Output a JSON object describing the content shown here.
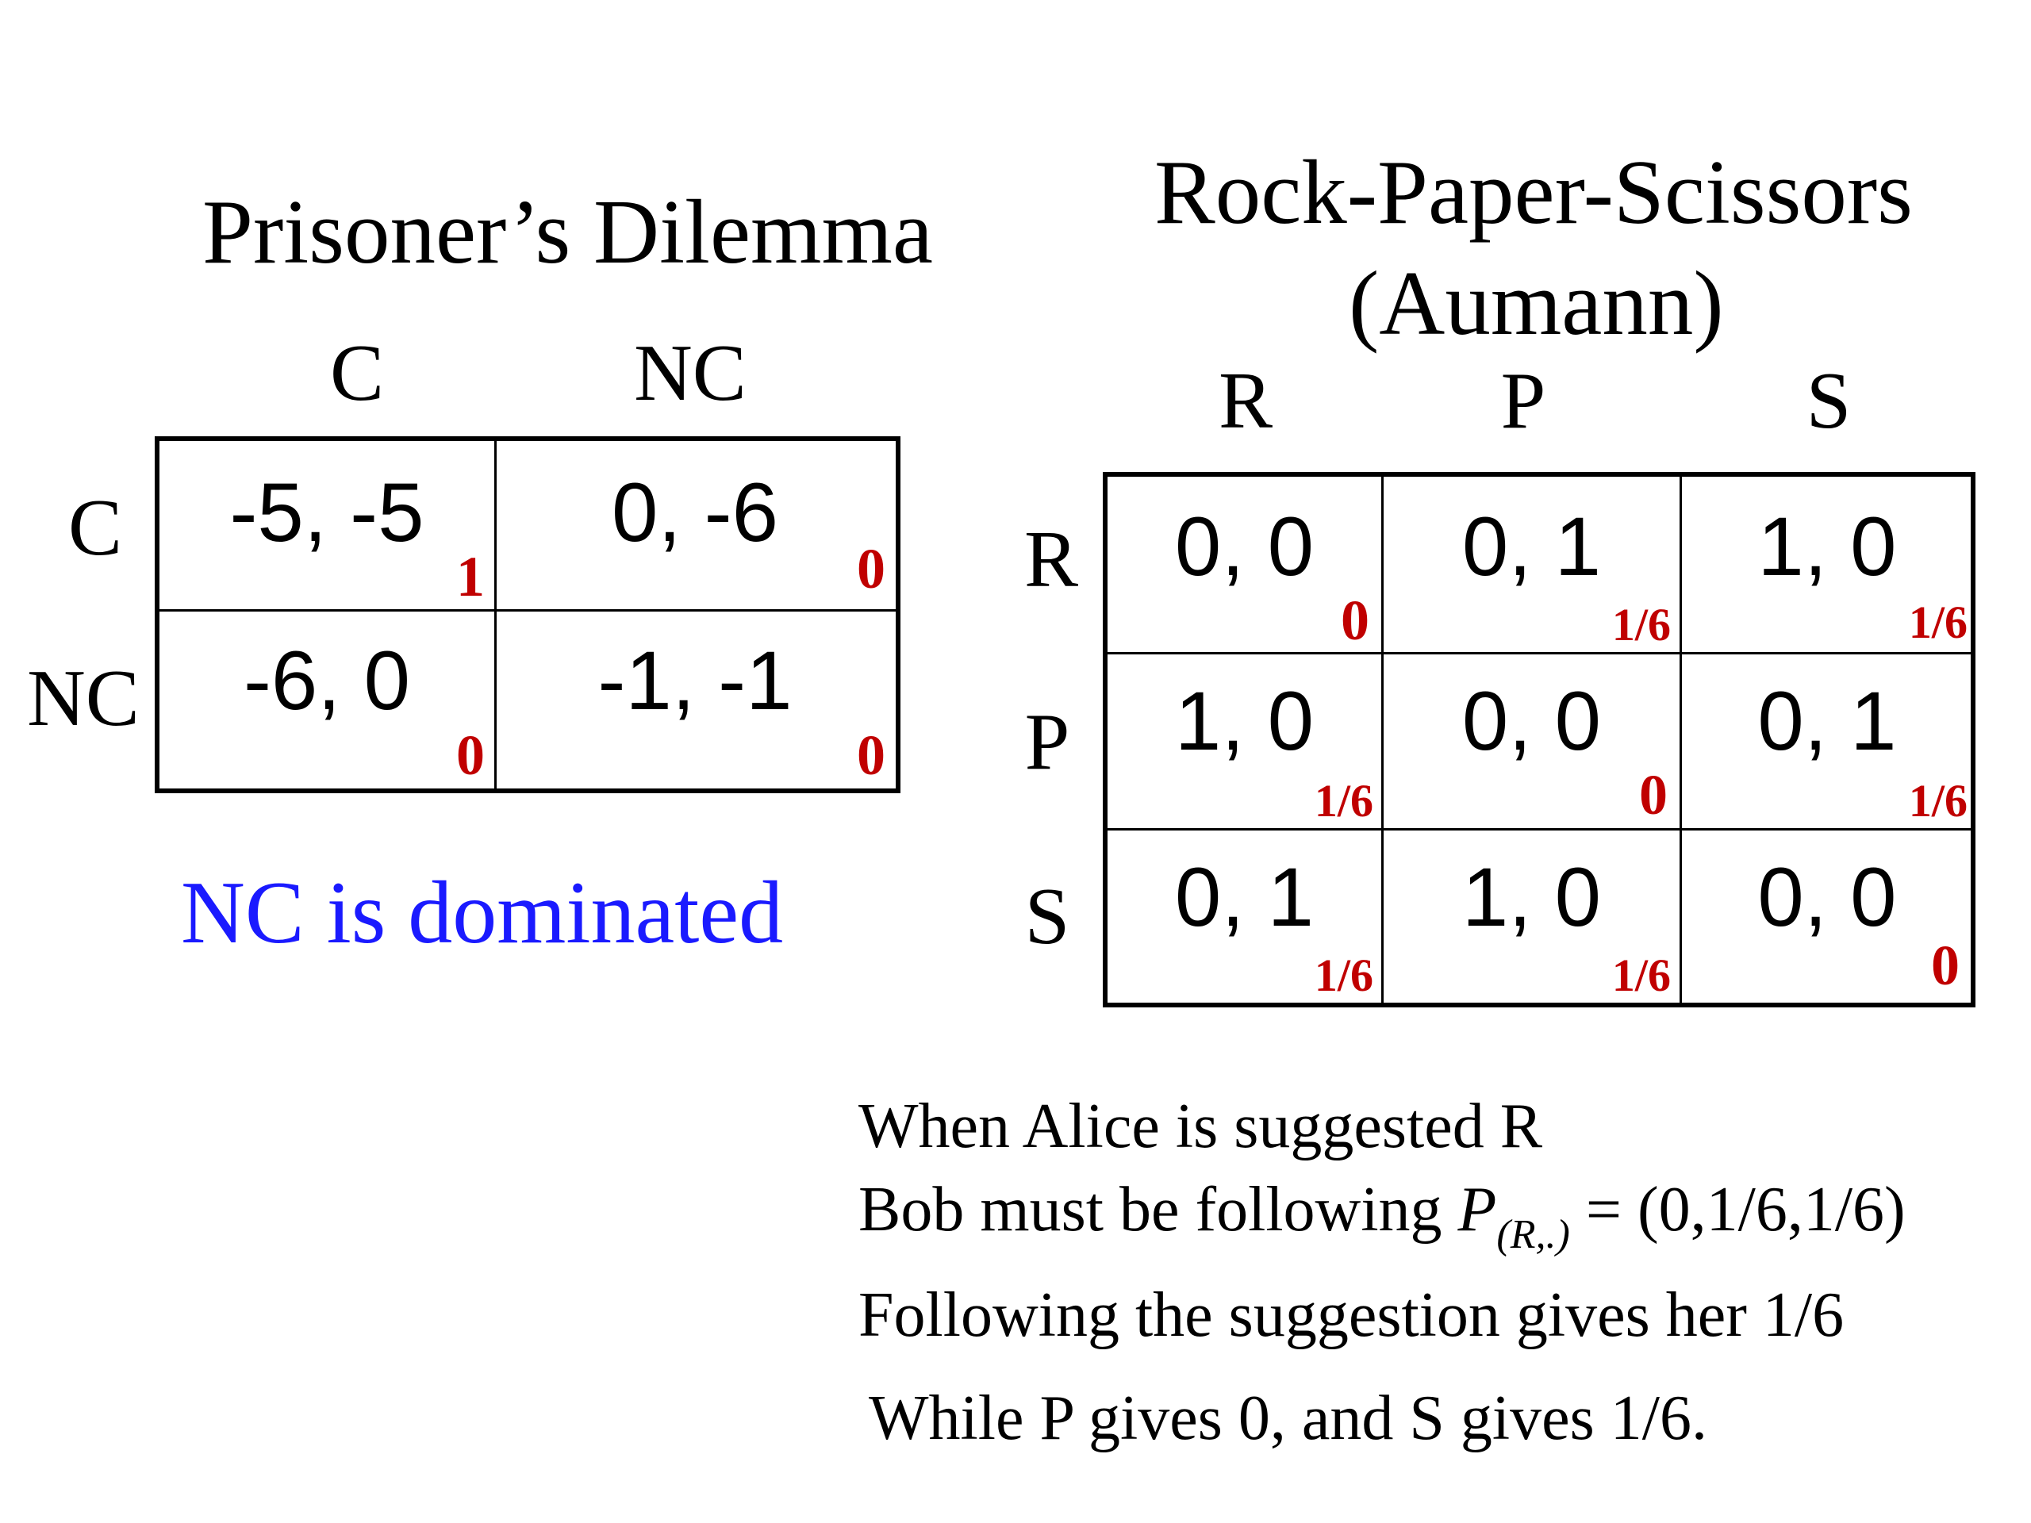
{
  "pd": {
    "title": "Prisoner’s Dilemma",
    "col_headers": [
      "C",
      "NC"
    ],
    "row_headers": [
      "C",
      "NC"
    ],
    "cells": [
      [
        {
          "payoff": "-5, -5",
          "prob": "1"
        },
        {
          "payoff": "0, -6",
          "prob": "0"
        }
      ],
      [
        {
          "payoff": "-6, 0",
          "prob": "0"
        },
        {
          "payoff": "-1, -1",
          "prob": "0"
        }
      ]
    ],
    "note": "NC is dominated",
    "note_color": "#1a1aff"
  },
  "rps": {
    "title_line1": "Rock-Paper-Scissors",
    "title_line2": "(Aumann)",
    "col_headers": [
      "R",
      "P",
      "S"
    ],
    "row_headers": [
      "R",
      "P",
      "S"
    ],
    "cells": [
      [
        {
          "payoff": "0, 0",
          "prob": "0"
        },
        {
          "payoff": "0, 1",
          "prob": "1/6"
        },
        {
          "payoff": "1, 0",
          "prob": "1/6"
        }
      ],
      [
        {
          "payoff": "1, 0",
          "prob": "1/6"
        },
        {
          "payoff": "0, 0",
          "prob": "0"
        },
        {
          "payoff": "0, 1",
          "prob": "1/6"
        }
      ],
      [
        {
          "payoff": "0, 1",
          "prob": "1/6"
        },
        {
          "payoff": "1, 0",
          "prob": "1/6"
        },
        {
          "payoff": "0, 0",
          "prob": "0"
        }
      ]
    ]
  },
  "prob_color": "#c00000",
  "explanation": {
    "line1": "When Alice is suggested R",
    "line2_text": "Bob must be following ",
    "line2_P": "P",
    "line2_sub": "(R,.)",
    "line2_eq": " = (0,1/6,1/6)",
    "line3": "Following the suggestion gives her 1/6",
    "line4": "While P gives 0, and S gives 1/6."
  }
}
